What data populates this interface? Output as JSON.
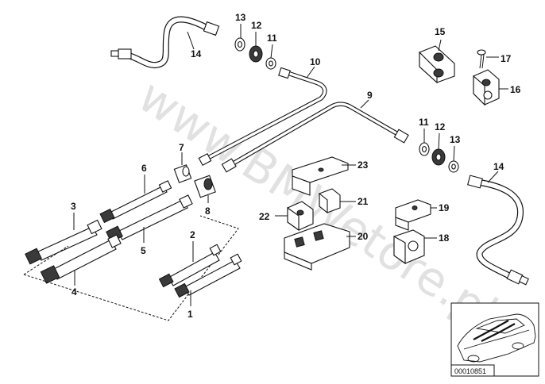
{
  "watermark": "www.BMWetore.pl",
  "callouts": {
    "c1": "1",
    "c2": "2",
    "c3": "3",
    "c4": "4",
    "c5": "5",
    "c6": "6",
    "c7": "7",
    "c8": "8",
    "c9": "9",
    "c10": "10",
    "c11a": "11",
    "c12a": "12",
    "c13a": "13",
    "c11b": "11",
    "c12b": "12",
    "c13b": "13",
    "c14a": "14",
    "c14b": "14",
    "c15": "15",
    "c16": "16",
    "c17": "17",
    "c18": "18",
    "c19": "19",
    "c20": "20",
    "c21": "21",
    "c22": "22",
    "c23": "23"
  },
  "thumbnail": {
    "id": "00010851"
  }
}
